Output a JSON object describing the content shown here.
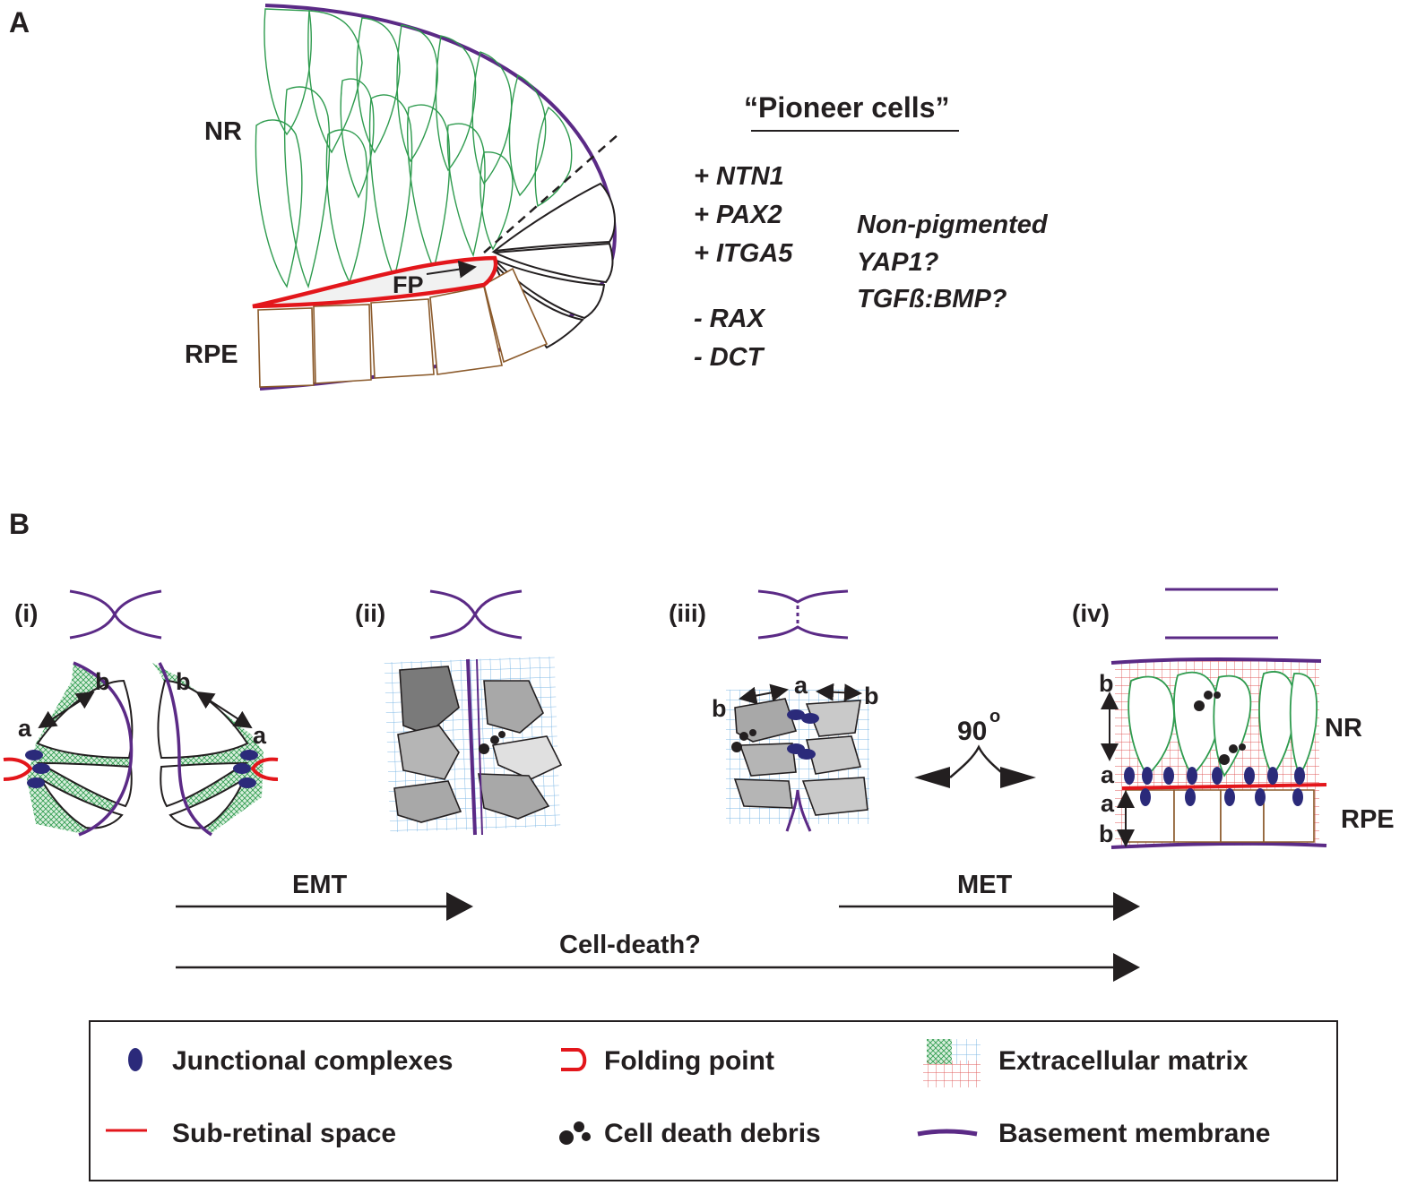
{
  "panel_a": {
    "letter": "A",
    "nr_label": "NR",
    "rpe_label": "RPE",
    "fp_label": "FP",
    "pioneer_title": "“Pioneer cells”",
    "markers_plus": [
      "+ NTN1",
      "+ PAX2",
      "+ ITGA5"
    ],
    "markers_minus": [
      "- RAX",
      "- DCT"
    ],
    "properties": [
      "Non-pigmented",
      "YAP1?",
      "TGFß:BMP?"
    ]
  },
  "panel_b": {
    "letter": "B",
    "stages": [
      "(i)",
      "(ii)",
      "(iii)",
      "(iv)"
    ],
    "polarity_a": "a",
    "polarity_b": "b",
    "rotation_label": "90",
    "rotation_degree": "o",
    "nr_label": "NR",
    "rpe_label": "RPE",
    "arrows": {
      "emt": "EMT",
      "met": "MET",
      "cell_death": "Cell-death?"
    }
  },
  "legend": {
    "items": [
      {
        "label": "Junctional complexes",
        "icon": "junction-icon"
      },
      {
        "label": "Folding point",
        "icon": "folding-point-icon"
      },
      {
        "label": "Extracellular matrix",
        "icon": "ecm-icon"
      },
      {
        "label": "Sub-retinal space",
        "icon": "subretinal-space-icon"
      },
      {
        "label": "Cell death debris",
        "icon": "debris-icon"
      },
      {
        "label": "Basement membrane",
        "icon": "basement-membrane-icon"
      }
    ]
  },
  "colors": {
    "basement_membrane": "#5b2a86",
    "neural_retina": "#2e9b4e",
    "rpe": "#8b5a2b",
    "folding_point": "#e3161b",
    "junction": "#2b2a7a",
    "ecm_blue": "#7fb8e6",
    "ecm_red": "#e05a5a",
    "ecm_green": "#3f9a5a"
  }
}
